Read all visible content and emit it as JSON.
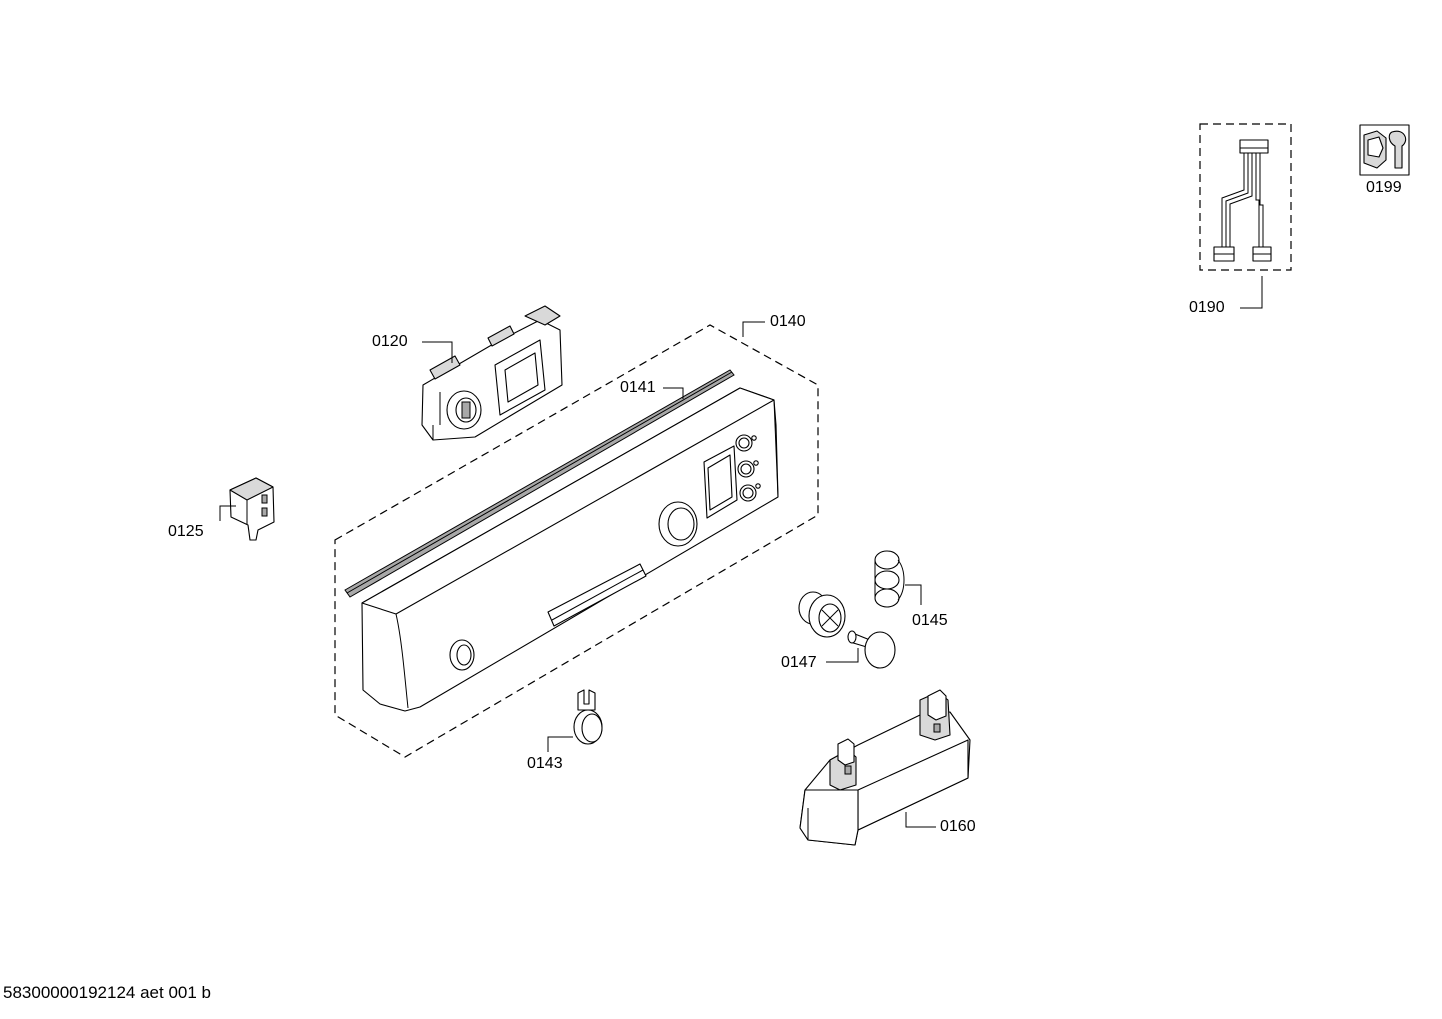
{
  "drawing": {
    "footer": "58300000192124 aet 001 b",
    "labels": {
      "p0120": "0120",
      "p0125": "0125",
      "p0140": "0140",
      "p0141": "0141",
      "p0143": "0143",
      "p0145": "0145",
      "p0147": "0147",
      "p0160": "0160",
      "p0190": "0190",
      "p0199": "0199"
    }
  }
}
